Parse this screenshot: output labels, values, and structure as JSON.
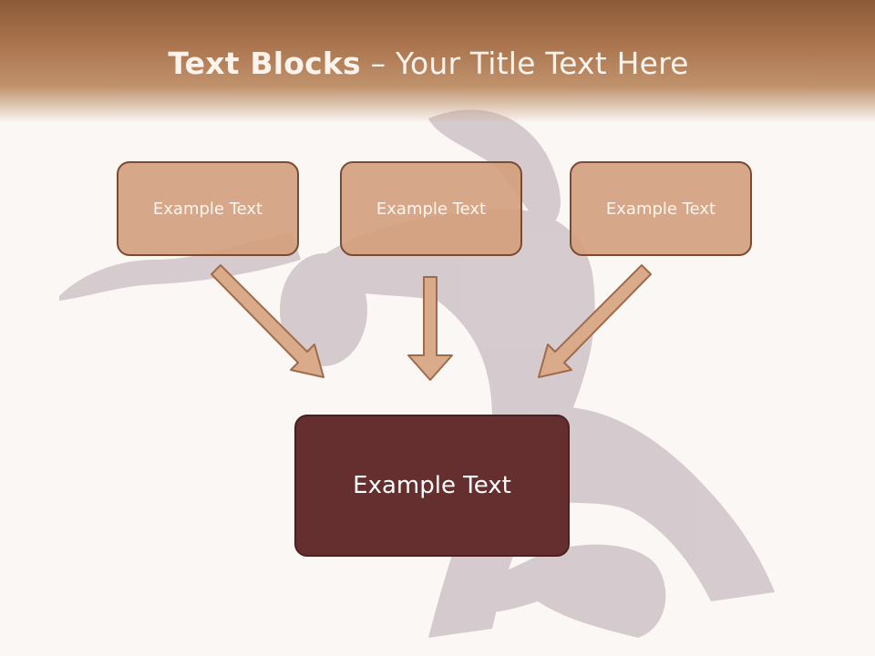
{
  "header": {
    "title_bold": "Text Blocks",
    "title_rest": " – Your Title Text Here"
  },
  "diagram": {
    "blocks": [
      {
        "label": "Example Text"
      },
      {
        "label": "Example Text"
      },
      {
        "label": "Example Text"
      }
    ],
    "target": {
      "label": "Example Text"
    }
  },
  "colors": {
    "header": "#9b6743",
    "block_fill": "#d3a07e",
    "block_border": "#7a4a31",
    "target_fill": "#652f2f",
    "arrow_fill": "#d9ab8a",
    "arrow_stroke": "#a06b4b"
  }
}
